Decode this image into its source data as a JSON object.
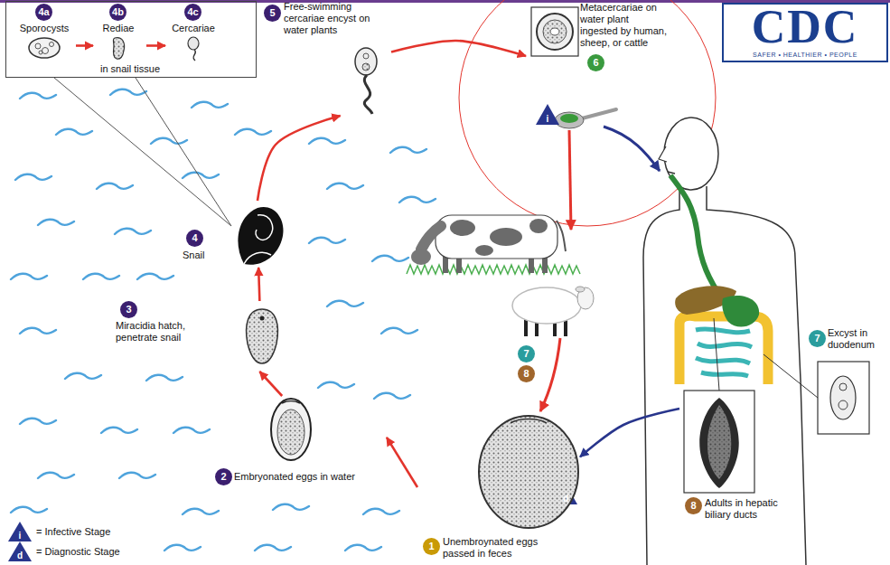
{
  "diagram": {
    "nodes": [
      {
        "text": [
          "in snail tissue"
        ]
      },
      {
        "text": [
          "4a",
          "Sporocysts"
        ],
        "in": 0
      },
      {
        "text": [
          "4b",
          "Rediae"
        ],
        "in": 0
      },
      {
        "text": [
          "4c",
          "Cercariae"
        ],
        "in": 0
      },
      {
        "text": [
          "5",
          "Free-swimming cercariae encyst on water plants"
        ]
      },
      {
        "text": [
          "Metacercariae on water plant ingested by human, sheep, or cattle",
          "6"
        ]
      },
      {
        "text": [
          "7",
          "Excyst in duodenum"
        ]
      },
      {
        "text": [
          "8",
          "Adults in hepatic biliary ducts"
        ]
      },
      {
        "text": [
          "1",
          "Unembroynated eggs passed in feces"
        ]
      },
      {
        "text": [
          "2",
          "Embryonated eggs in water"
        ]
      },
      {
        "text": [
          "3",
          "Miracidia hatch, penetrate snail"
        ]
      },
      {
        "text": [
          "4",
          "Snail"
        ]
      }
    ],
    "edges": [
      {
        "from": 1,
        "to": 2,
        "arrow": "to"
      },
      {
        "from": 2,
        "to": 3,
        "arrow": "to"
      },
      {
        "from": 11,
        "to": 4,
        "arrow": "to"
      },
      {
        "from": 4,
        "to": 5,
        "arrow": "to"
      },
      {
        "from": 7,
        "to": 8,
        "arrow": "to"
      },
      {
        "from": 8,
        "to": 9,
        "arrow": "to"
      },
      {
        "from": 9,
        "to": 10,
        "arrow": "to"
      },
      {
        "from": 10,
        "to": 11,
        "arrow": "to"
      }
    ],
    "labels": [
      "i",
      "d",
      "7",
      "8",
      "CDC",
      "SAFER • HEALTHIER • PEOPLE",
      "i",
      "d"
    ],
    "legend": [
      {
        "text": "= Infective Stage"
      },
      {
        "text": "= Diagnostic Stage"
      }
    ]
  }
}
